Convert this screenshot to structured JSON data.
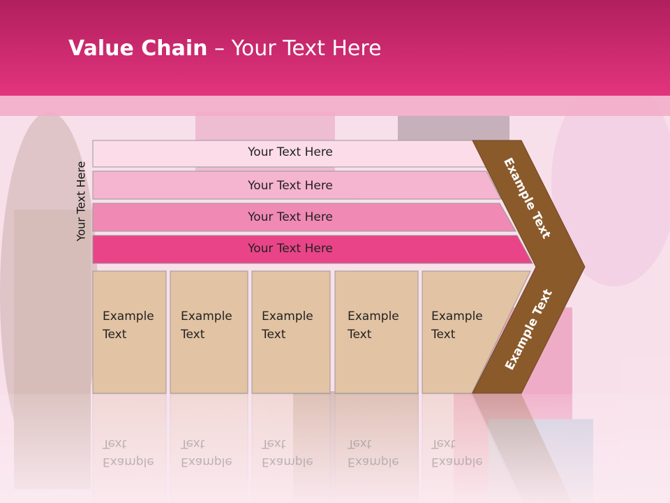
{
  "slide": {
    "title_bold": "Value Chain",
    "title_rest": " – Your Text Here",
    "side_label": "Your Text Here",
    "bars": [
      {
        "label": "Your Text Here"
      },
      {
        "label": "Your Text Here"
      },
      {
        "label": "Your Text Here"
      },
      {
        "label": "Your Text Here"
      }
    ],
    "boxes": [
      {
        "line1": "Example",
        "line2": "Text"
      },
      {
        "line1": "Example",
        "line2": "Text"
      },
      {
        "line1": "Example",
        "line2": "Text"
      },
      {
        "line1": "Example",
        "line2": "Text"
      },
      {
        "line1": "Example",
        "line2": "Text"
      }
    ],
    "chevron_upper_label": "Example Text",
    "chevron_lower_label": "Example Text"
  },
  "colors": {
    "header": "#e0307a",
    "bar1": "#fbdce8",
    "bar2": "#f5b4cf",
    "bar3": "#f08ab5",
    "bar4": "#e94488",
    "box": "#e2c3a3",
    "chevron": "#8b5a2b"
  }
}
